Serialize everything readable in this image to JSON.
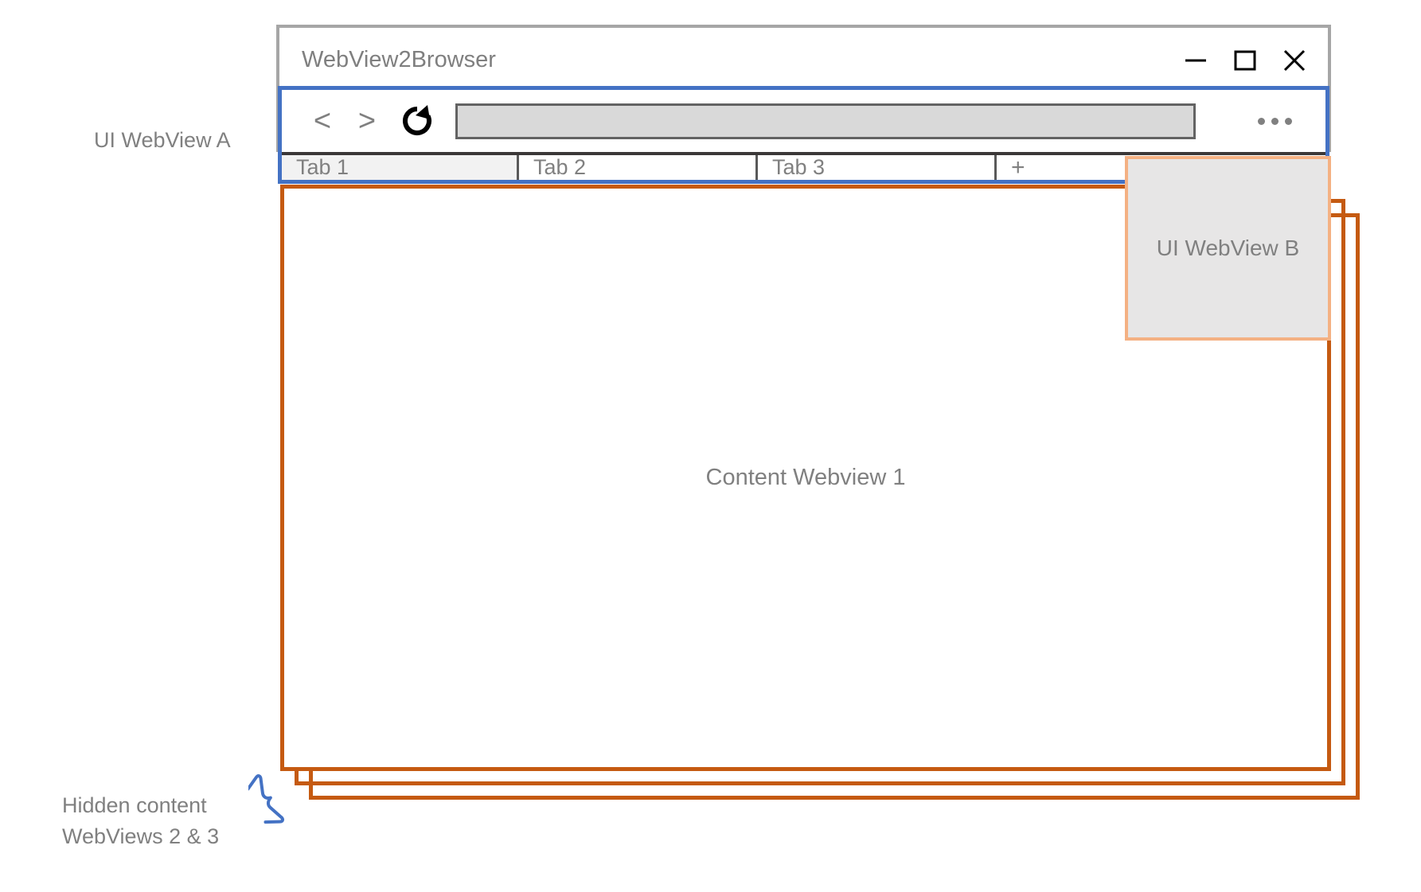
{
  "window": {
    "title": "WebView2Browser",
    "controls": [
      {
        "name": "minimize",
        "glyph": "minimize-icon"
      },
      {
        "name": "maximize",
        "glyph": "maximize-icon"
      },
      {
        "name": "close",
        "glyph": "close-icon"
      }
    ]
  },
  "toolbar": {
    "back_label": "<",
    "forward_label": ">",
    "reload_icon": "reload-icon",
    "address_value": "",
    "address_placeholder": "",
    "menu_icon": "ellipsis-icon"
  },
  "tabs": [
    {
      "label": "Tab 1",
      "active": true
    },
    {
      "label": "Tab 2",
      "active": false
    },
    {
      "label": "Tab 3",
      "active": false
    }
  ],
  "new_tab_label": "+",
  "content": {
    "webview_1_label": "Content Webview 1"
  },
  "overlays": {
    "ui_webview_b_label": "UI WebView B"
  },
  "annotations": {
    "ui_webview_a_label": "UI WebView A",
    "hidden_content_label": "Hidden content\nWebViews 2 & 3"
  },
  "colors": {
    "ui_webview_a_border": "#4472c4",
    "ui_webview_b_border": "#f4b183",
    "ui_webview_b_fill": "#e7e6e6",
    "content_webview_border": "#c55a11",
    "window_frame": "#a6a6a6",
    "tab_divider": "#595959",
    "tab_strip_top": "#3b3838",
    "active_tab_fill": "#f2f2f2",
    "address_bar_fill": "#d9d9d9",
    "address_bar_border": "#636363",
    "text_grey": "#808080",
    "brace_blue": "#4472c4"
  }
}
